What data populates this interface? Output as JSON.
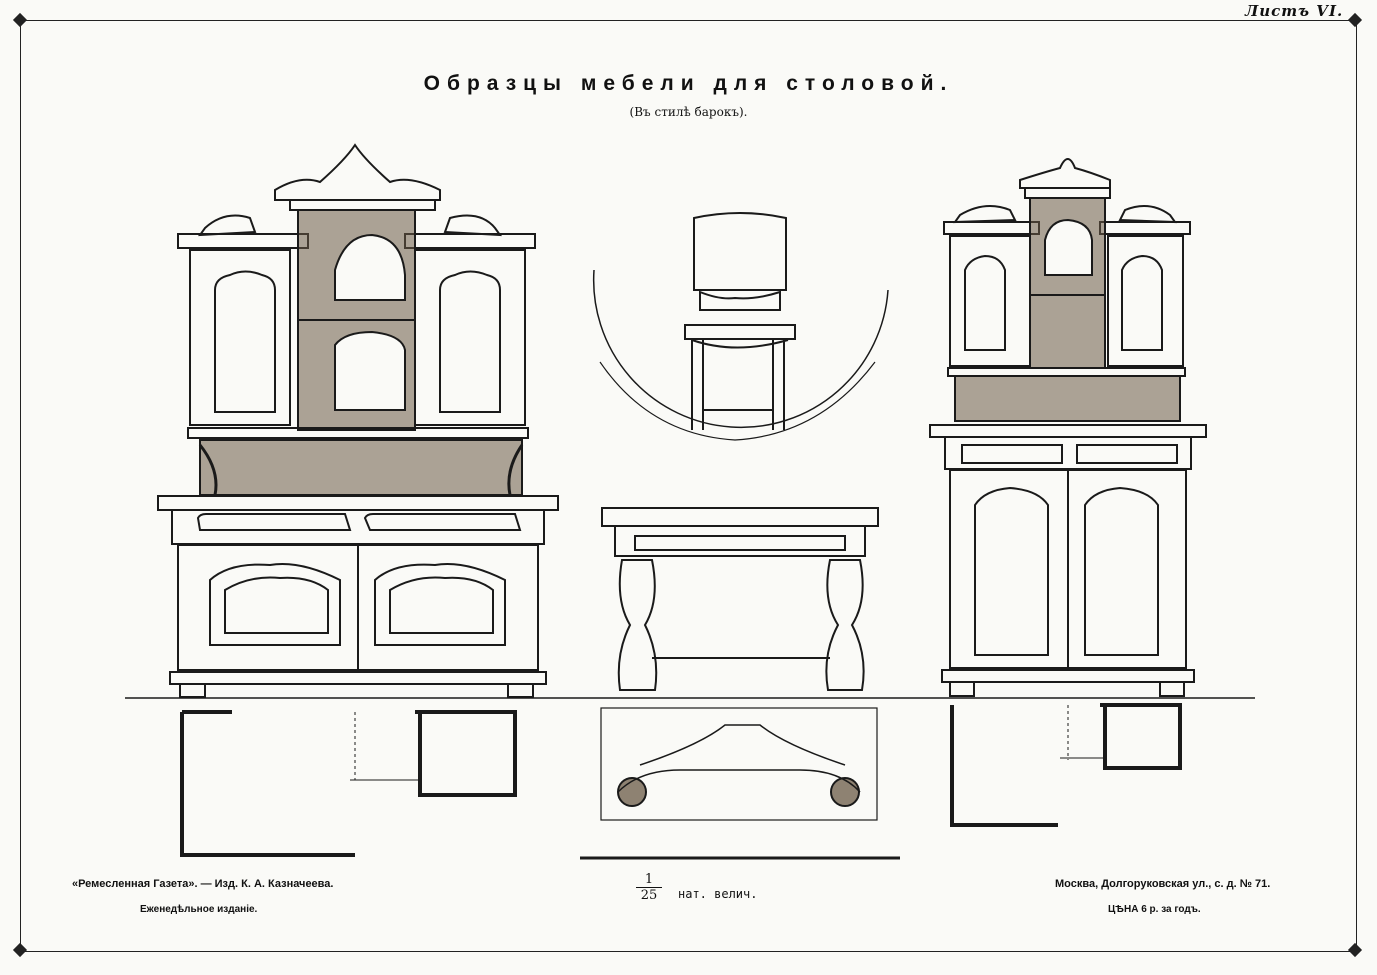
{
  "sheet_label": "Листъ VI.",
  "title": "Образцы мебели для столовой.",
  "subtitle": "(Въ стилѣ барокъ).",
  "scale": {
    "numerator": "1",
    "denominator": "25",
    "label": "нат. велич."
  },
  "footer_left": {
    "line1": "«Ремесленная Газета». — Изд. К. А. Казначеева.",
    "line2": "Еженедѣльное изданіе."
  },
  "footer_right": {
    "line1": "Москва, Долгоруковская ул., с. д. № 71.",
    "line2": "ЦѢНА 6 р. за годъ."
  },
  "colors": {
    "ink": "#1a1a1a",
    "paper": "#fafaf7",
    "shade": "#6a5a45"
  }
}
